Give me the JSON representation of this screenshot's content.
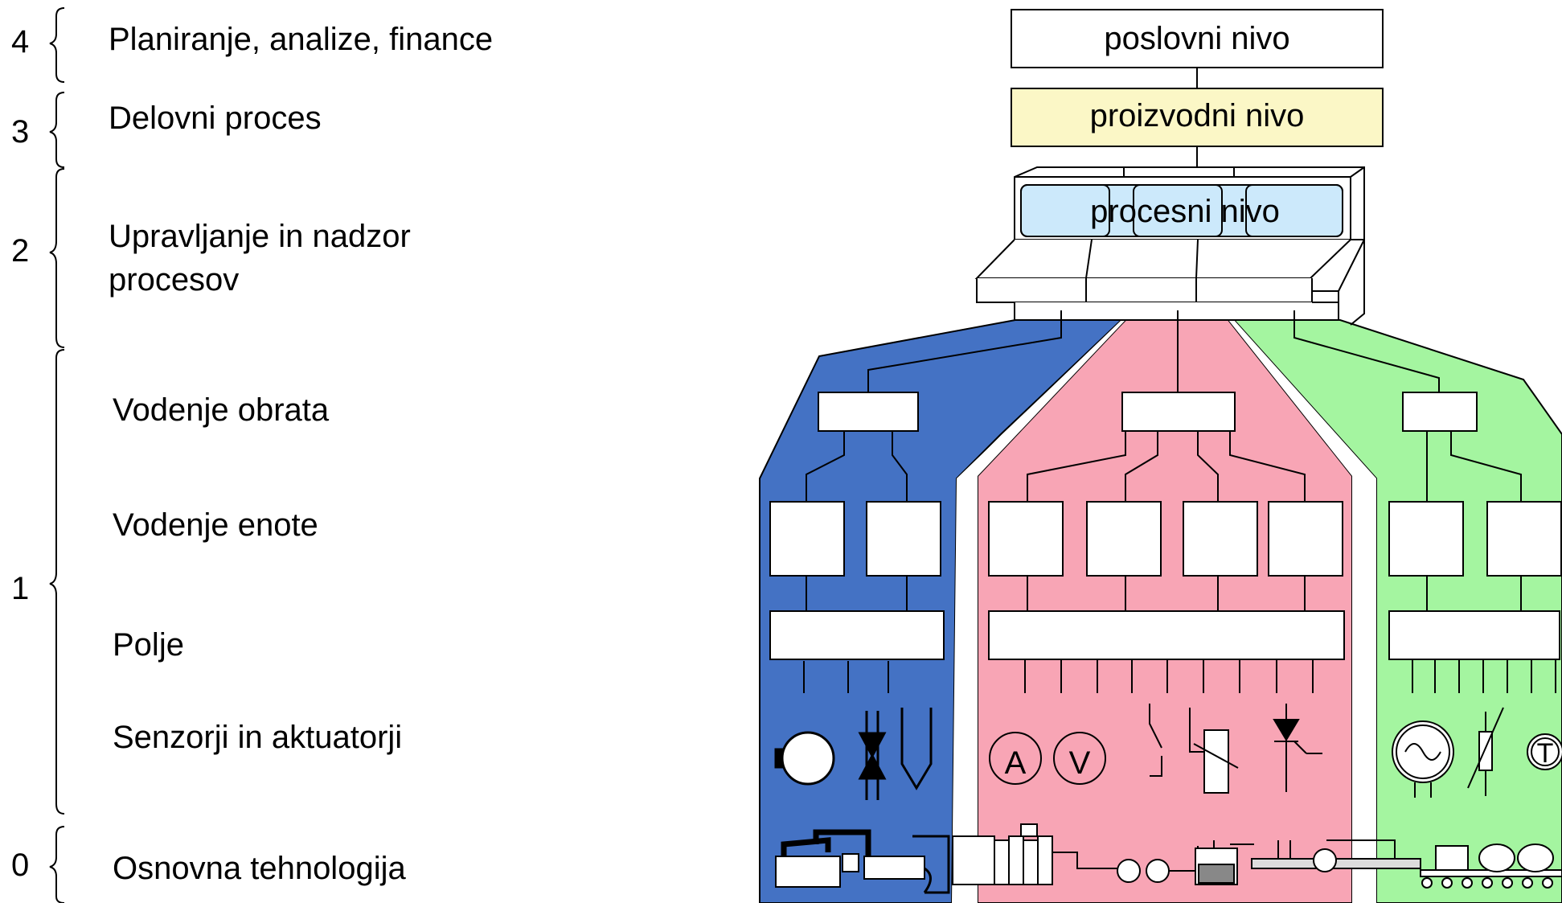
{
  "levels": [
    {
      "number": "4",
      "label": "Planiranje, analize, finance"
    },
    {
      "number": "3",
      "label": "Delovni proces"
    },
    {
      "number": "2",
      "label": "Upravljanje in nadzor procesov",
      "line1": "Upravljanje in nadzor",
      "line2": "procesov"
    },
    {
      "number": "1",
      "sublevels": [
        "Vodenje obrata",
        "Vodenje enote",
        "Polje",
        "Senzorji in aktuatorji"
      ]
    },
    {
      "number": "0",
      "label": "Osnovna tehnologija"
    }
  ],
  "pyramid": {
    "business": "poslovni nivo",
    "production": "proizvodni nivo",
    "process": "procesni nivo"
  },
  "colors": {
    "business_fill": "#ffffff",
    "production_fill": "#fbf7c6",
    "process_fill": "#cce9fb",
    "blue_zone": "#4472c4",
    "pink_zone": "#f8a5b5",
    "green_zone": "#a4f5a0"
  },
  "symbols": {
    "blue": [
      "motor-icon",
      "valve-icon",
      "probe-icon"
    ],
    "pink": [
      "ammeter-A",
      "voltmeter-V",
      "switch-icon",
      "relay-icon",
      "thyristor-icon"
    ],
    "pink_text": [
      "A",
      "V"
    ],
    "green": [
      "ac-source-icon",
      "variable-resistor-icon",
      "temperature-sensor-icon"
    ],
    "green_text": [
      "T"
    ]
  }
}
